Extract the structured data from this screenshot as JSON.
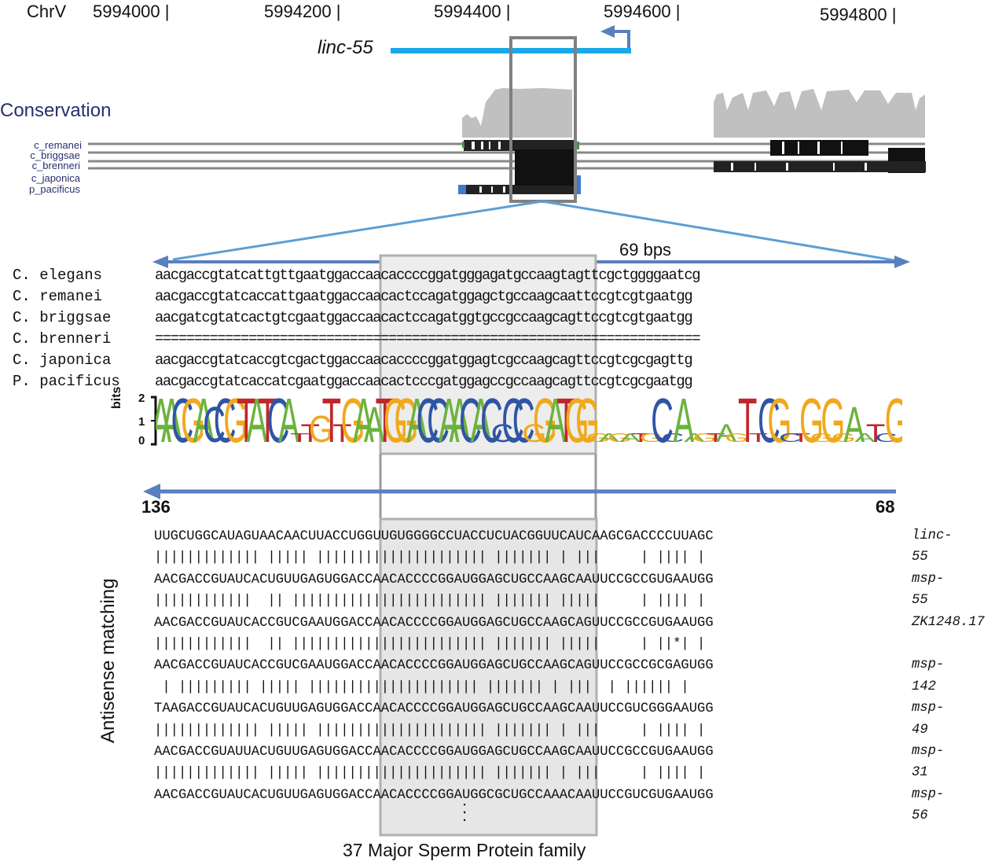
{
  "header": {
    "chrom": "ChrV",
    "coords": [
      "5994000",
      "5994200",
      "5994400",
      "5994600",
      "5994800"
    ]
  },
  "gene": {
    "name": "linc-55"
  },
  "conservation": {
    "title": "Conservation",
    "species": [
      "c_remanei",
      "c_briggsae",
      "c_brenneri",
      "c_japonica",
      "p_pacificus"
    ]
  },
  "alignment": {
    "length_label": "69 bps",
    "rows": [
      {
        "species": "C. elegans",
        "seq": "aacgaccgtatcattgttgaatggaccaacaccccggatgggagatgccaagtagttcgctggggaatcg"
      },
      {
        "species": "C. remanei",
        "seq": "aacgaccgtatcaccattgaatggaccaacactccagatggagctgccaagcaattccgtcgtgaatgg"
      },
      {
        "species": "C. briggsae",
        "seq": "aacgatcgtatcactgtcgaatggaccaacactccagatggtgccgccaagcagttccgtcgtgaatgg"
      },
      {
        "species": "C. brenneri",
        "seq": "======================================================================"
      },
      {
        "species": "C. japonica",
        "seq": "aacgaccgtatcaccgtcgactggaccaacaccccggatggagtcgccaagcagttccgtcgcgagttg"
      },
      {
        "species": "P. pacificus",
        "seq": "aacgaccgtatcaccatcgaatggaccaacactcccgatggagccgccaagcagttccgtcgcgaatgg"
      }
    ]
  },
  "logo": {
    "axis_label": "bits",
    "ticks": [
      "2",
      "1",
      "0"
    ],
    "colors": {
      "A": "#6bb33e",
      "C": "#2f55a4",
      "G": "#f0a91c",
      "T": "#c0272d"
    }
  },
  "antisense": {
    "axis_label": "Antisense matching",
    "start": "136",
    "end": "68",
    "rows": [
      {
        "seq": "UUGCUGGCAUAGUAACAACUUACCUGGUUGUGGGGCCUACCUCUACGGUUCAUCAAGCGACCCCUUAGC",
        "gene": "linc-55"
      },
      {
        "match": "||||||||||||| ||||| ||||||||||||||||||||| ||||||| | |||     | |||| |"
      },
      {
        "seq": "AACGACCGUAUCACUGUUGAGUGGACCAACACCCCGGAUGGAGCUGCCAAGCAAUUCCGCCGUGAAUGG",
        "gene": "msp-55"
      },
      {
        "match": "||||||||||||  || |||||||||||||||||||||||| ||||||| |||||     | |||| |"
      },
      {
        "seq": "AACGACCGUAUCACCGUCGAAUGGACCAACACCCCGGAUGGAGCUGCCAAGCAGUUCCGCCGUGAAUGG",
        "gene": "ZK1248.17"
      },
      {
        "match": "||||||||||||  || |||||||||||||||||||||||| ||||||| |||||     | ||*| |"
      },
      {
        "seq": "AACGACCGUAUCACCGUCGAAUGGACCAACACCCCGGAUGGAGCUGCCAAGCAGUUCCGCCGCGAGUGG",
        "gene": "msp-142"
      },
      {
        "match": " | ||||||||| ||||| ||||||||||||||||||||| ||||||| | |||  | |||||| |"
      },
      {
        "seq": "TAAGACCGUAUCACUGUUGAGUGGACCAACACCCCGGAUGGAGCUGCCAAGCAAUUCCGUCGGGAAUGG",
        "gene": "msp-49"
      },
      {
        "match": "||||||||||||| ||||| ||||||||||||||||||||| ||||||| | |||     | |||| |"
      },
      {
        "seq": "AACGACCGUAUUACUGUUGAGUGGACCAACACCCCGGAUGGAGCUGCCAAGCAAUUCCGCCGUGAAUGG",
        "gene": "msp-31"
      },
      {
        "match": "||||||||||||| ||||| ||||||||||||||||||||| ||||||| | |||     | |||| |"
      },
      {
        "seq": "AACGACCGUAUCACUGUUGAGUGGACCAACACCCCGGAUGGCGCUGCCAAACAAUUCCGUCGUGAAUGG",
        "gene": "msp-56"
      }
    ],
    "ellipsis": ":",
    "family_label": "37 Major Sperm Protein family"
  }
}
